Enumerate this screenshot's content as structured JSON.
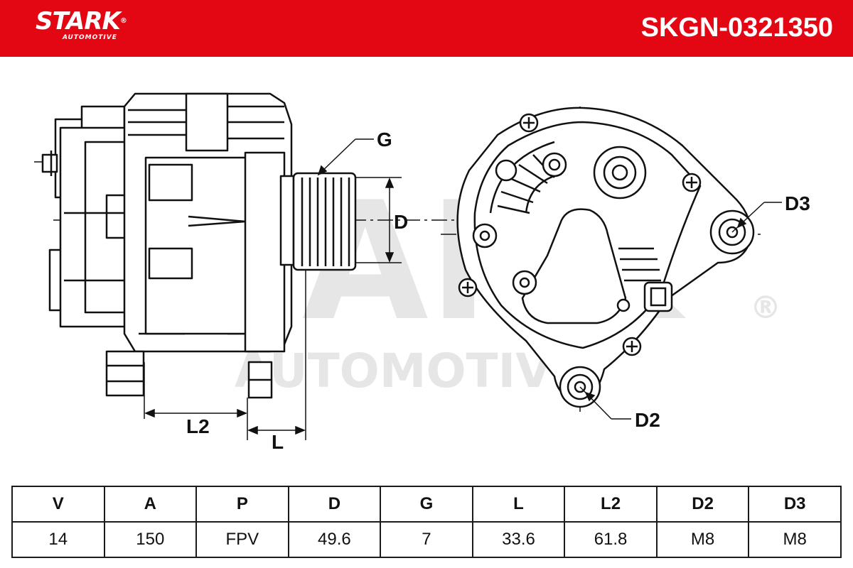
{
  "header": {
    "brand": "STARK",
    "brand_sub": "AUTOMOTIVE",
    "registered": "®",
    "part_number": "SKGN-0321350",
    "color": "#e30613"
  },
  "watermark": {
    "brand": "STARK",
    "sub": "AUTOMOTIVE",
    "registered": "®"
  },
  "dimensions": {
    "g": "G",
    "d": "D",
    "l": "L",
    "l2": "L2",
    "d2": "D2",
    "d3": "D3"
  },
  "spec_table": {
    "headers": [
      "V",
      "A",
      "P",
      "D",
      "G",
      "L",
      "L2",
      "D2",
      "D3"
    ],
    "values": [
      "14",
      "150",
      "FPV",
      "49.6",
      "7",
      "33.6",
      "61.8",
      "M8",
      "M8"
    ]
  }
}
